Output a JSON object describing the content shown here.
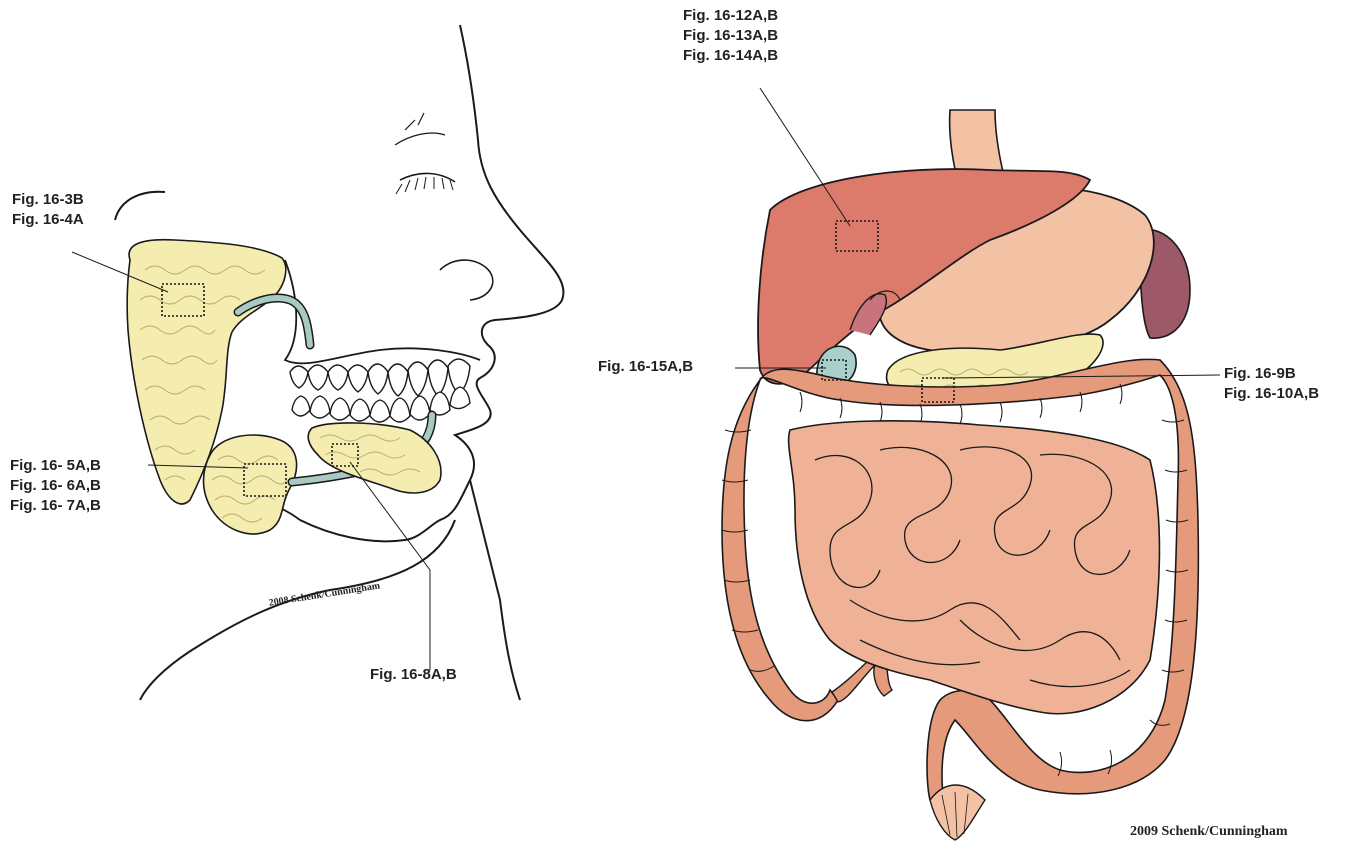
{
  "labels": {
    "parotid": [
      "Fig. 16-3B",
      "Fig. 16-4A"
    ],
    "submandibular": [
      "Fig. 16- 5A,B",
      "Fig. 16- 6A,B",
      "Fig. 16- 7A,B"
    ],
    "sublingual": [
      "Fig. 16-8A,B"
    ],
    "liver": [
      "Fig. 16-12A,B",
      "Fig. 16-13A,B",
      "Fig. 16-14A,B"
    ],
    "gallbladder": [
      "Fig. 16-15A,B"
    ],
    "pancreas": [
      "Fig. 16-9B",
      "Fig. 16-10A,B"
    ]
  },
  "credits": {
    "head": "2008 Schenk/Cunningham",
    "abdomen": "2009 Schenk/Cunningham"
  },
  "colors": {
    "gland": "#f5ecb0",
    "duct": "#a9c9c3",
    "liver": "#dc7b6c",
    "stomach": "#f3c1a4",
    "spleen": "#9e5968",
    "colon": "#e59a7c",
    "small_intestine": "#f0b297",
    "gallbladder": "#a9cfca",
    "outline": "#1a1a1a"
  }
}
